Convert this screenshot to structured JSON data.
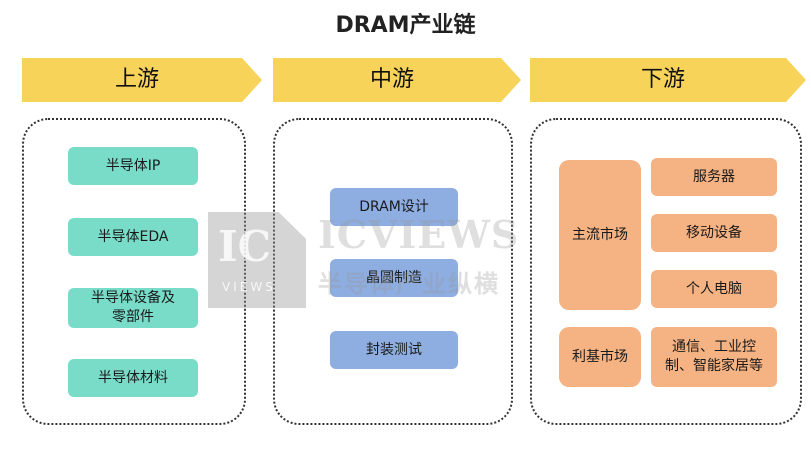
{
  "title": "DRAM产业链",
  "stages": [
    {
      "label": "上游"
    },
    {
      "label": "中游"
    },
    {
      "label": "下游"
    }
  ],
  "upstream": {
    "items": [
      "半导体IP",
      "半导体EDA",
      "半导体设备及零部件",
      "半导体材料"
    ]
  },
  "midstream": {
    "items": [
      "DRAM设计",
      "晶圆制造",
      "封装测试"
    ]
  },
  "downstream": {
    "markets": [
      {
        "name": "主流市场",
        "apps": [
          "服务器",
          "移动设备",
          "个人电脑"
        ]
      },
      {
        "name": "利基市场",
        "apps": [
          "通信、工业控制、智能家居等"
        ]
      }
    ]
  },
  "watermark": {
    "logo": "IC",
    "logo_sub": "VIEWS",
    "text": "ICVIEWS",
    "sub": "半导体产业纵横"
  },
  "colors": {
    "banner": "#f7d35a",
    "upstream_box": "#79dcc9",
    "midstream_box": "#8eaee2",
    "downstream_box": "#f5b282"
  }
}
